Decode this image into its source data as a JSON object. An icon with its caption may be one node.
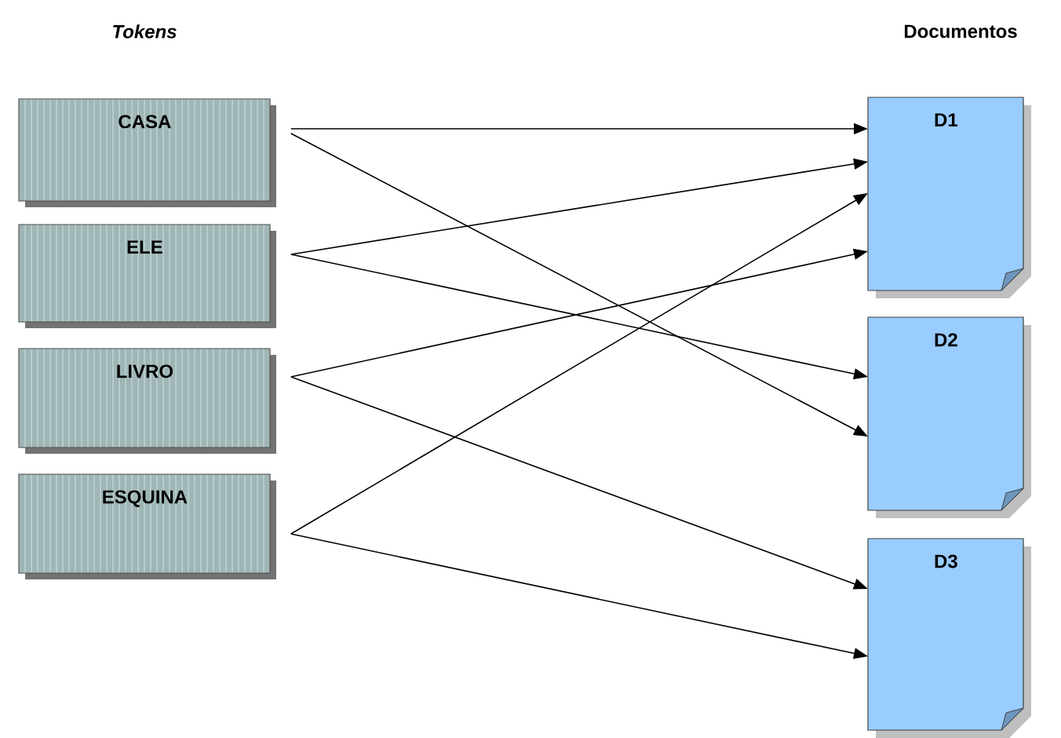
{
  "diagram": {
    "nodes": [
      {
        "text": [
          "CASA"
        ]
      },
      {
        "text": [
          "ELE"
        ]
      },
      {
        "text": [
          "LIVRO"
        ]
      },
      {
        "text": [
          "ESQUINA"
        ]
      },
      {
        "text": [
          "D1"
        ]
      },
      {
        "text": [
          "D2"
        ]
      },
      {
        "text": [
          "D3"
        ]
      }
    ],
    "edges": [
      {
        "from": 0,
        "to": 4,
        "arrow": "to"
      },
      {
        "from": 0,
        "to": 5,
        "arrow": "to"
      },
      {
        "from": 1,
        "to": 4,
        "arrow": "to"
      },
      {
        "from": 1,
        "to": 5,
        "arrow": "to"
      },
      {
        "from": 2,
        "to": 4,
        "arrow": "to"
      },
      {
        "from": 2,
        "to": 6,
        "arrow": "to"
      },
      {
        "from": 3,
        "to": 4,
        "arrow": "to"
      },
      {
        "from": 3,
        "to": 6,
        "arrow": "to"
      }
    ],
    "labels": [
      "*Tokens*",
      "Documentos"
    ]
  }
}
